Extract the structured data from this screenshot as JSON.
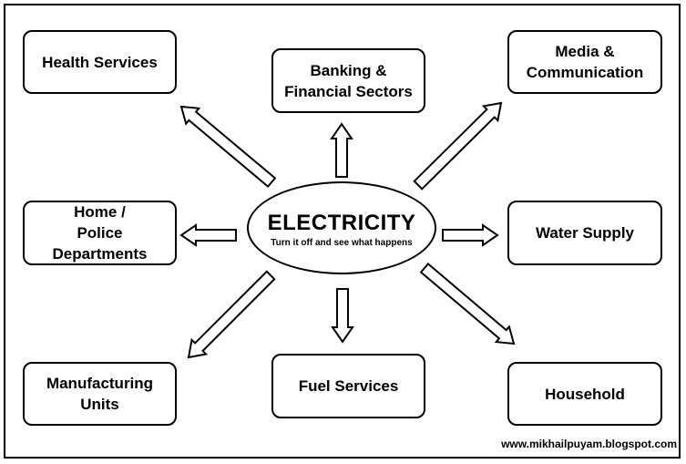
{
  "center": {
    "title": "ELECTRICITY",
    "subtitle": "Turn it off and see what happens"
  },
  "nodes": {
    "health": "Health Services",
    "banking": "Banking &\nFinancial Sectors",
    "media": "Media &\nCommunication",
    "home_police": "Home /\nPolice\nDepartments",
    "water": "Water Supply",
    "manufacturing": "Manufacturing\nUnits",
    "fuel": "Fuel Services",
    "household": "Household"
  },
  "footer": {
    "credit": "www.mikhailpuyam.blogspot.com"
  }
}
